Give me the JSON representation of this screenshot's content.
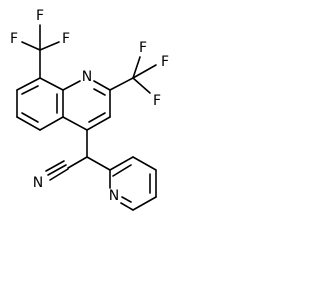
{
  "molecule": {
    "description_visible": false,
    "atoms": {
      "quinoline_n": "N",
      "pyridine_n": "N",
      "nitrile_n": "N",
      "f_left_1": "F",
      "f_left_2": "F",
      "f_left_3": "F",
      "f_right_1": "F",
      "f_right_2": "F",
      "f_right_3": "F"
    }
  },
  "colors": {
    "bond": "#000000",
    "text": "#000000",
    "background": "#ffffff"
  }
}
